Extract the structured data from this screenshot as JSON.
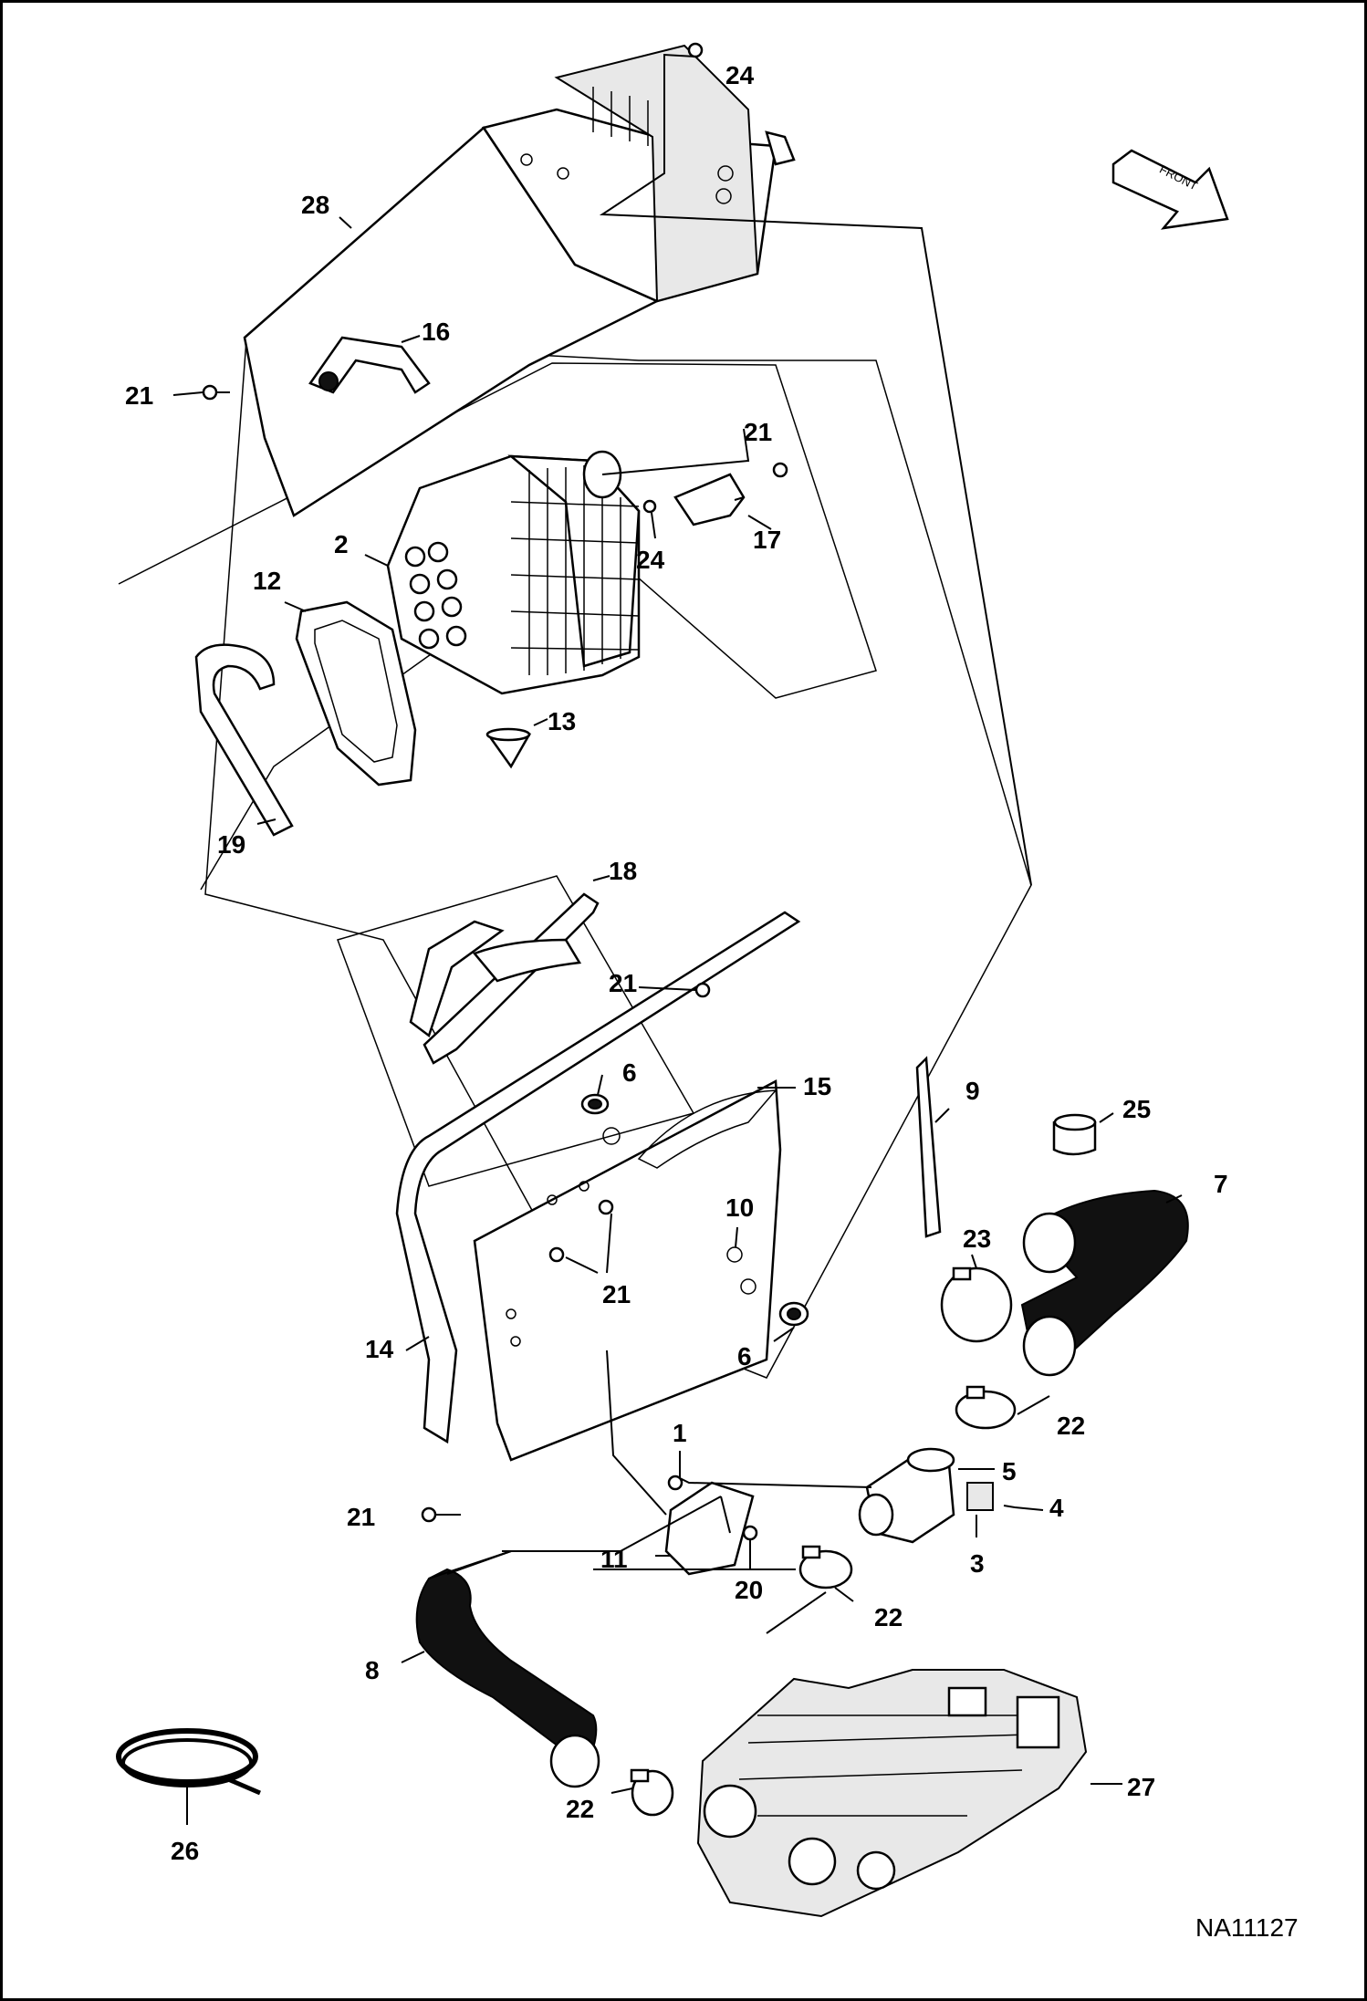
{
  "drawing_id": "NA11127",
  "front_arrow": {
    "text": "FRONT"
  },
  "callouts": [
    {
      "key": "c1",
      "label": "1"
    },
    {
      "key": "c2",
      "label": "2"
    },
    {
      "key": "c3",
      "label": "3"
    },
    {
      "key": "c4",
      "label": "4"
    },
    {
      "key": "c5",
      "label": "5"
    },
    {
      "key": "c6a",
      "label": "6"
    },
    {
      "key": "c6b",
      "label": "6"
    },
    {
      "key": "c7",
      "label": "7"
    },
    {
      "key": "c8",
      "label": "8"
    },
    {
      "key": "c9",
      "label": "9"
    },
    {
      "key": "c10",
      "label": "10"
    },
    {
      "key": "c11",
      "label": "11"
    },
    {
      "key": "c12",
      "label": "12"
    },
    {
      "key": "c13",
      "label": "13"
    },
    {
      "key": "c14",
      "label": "14"
    },
    {
      "key": "c15",
      "label": "15"
    },
    {
      "key": "c16",
      "label": "16"
    },
    {
      "key": "c17",
      "label": "17"
    },
    {
      "key": "c18",
      "label": "18"
    },
    {
      "key": "c19",
      "label": "19"
    },
    {
      "key": "c20",
      "label": "20"
    },
    {
      "key": "c21a",
      "label": "21"
    },
    {
      "key": "c21b",
      "label": "21"
    },
    {
      "key": "c21c",
      "label": "21"
    },
    {
      "key": "c21d",
      "label": "21"
    },
    {
      "key": "c21e",
      "label": "21"
    },
    {
      "key": "c22a",
      "label": "22"
    },
    {
      "key": "c22b",
      "label": "22"
    },
    {
      "key": "c22c",
      "label": "22"
    },
    {
      "key": "c23",
      "label": "23"
    },
    {
      "key": "c24a",
      "label": "24"
    },
    {
      "key": "c24b",
      "label": "24"
    },
    {
      "key": "c25",
      "label": "25"
    },
    {
      "key": "c26",
      "label": "26"
    },
    {
      "key": "c27",
      "label": "27"
    },
    {
      "key": "c28",
      "label": "28"
    }
  ]
}
